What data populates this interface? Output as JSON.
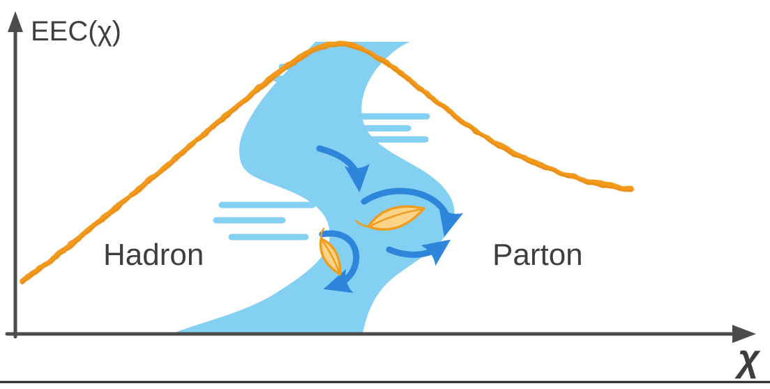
{
  "figure": {
    "y_axis_label": "EEC(χ)",
    "x_axis_label": "χ",
    "labels": {
      "left_region": "Hadron",
      "right_region": "Parton"
    },
    "description": "Schematic of the energy-energy correlator EEC(χ): an orange curve rising to a peak and falling, with a blue river flowing between the Hadron region (left) and the Parton region (right); leaves circulate in eddies marked by blue arrows."
  },
  "icons": {
    "river": "river-stream",
    "flow_lines": "flow-lines",
    "flow_arrows": "eddy-arrows",
    "leaves": "leaf"
  },
  "colors": {
    "curve-orange": "#F2991F",
    "curve-orange-dark": "#E38A0E",
    "river-blue": "#84D0F2",
    "arrow-blue": "#2E86DB",
    "leaf-fill": "#FBD489",
    "leaf-stroke": "#EF9D1E",
    "axis-color": "#4B4B4B",
    "text-color": "#3E3E3E"
  }
}
